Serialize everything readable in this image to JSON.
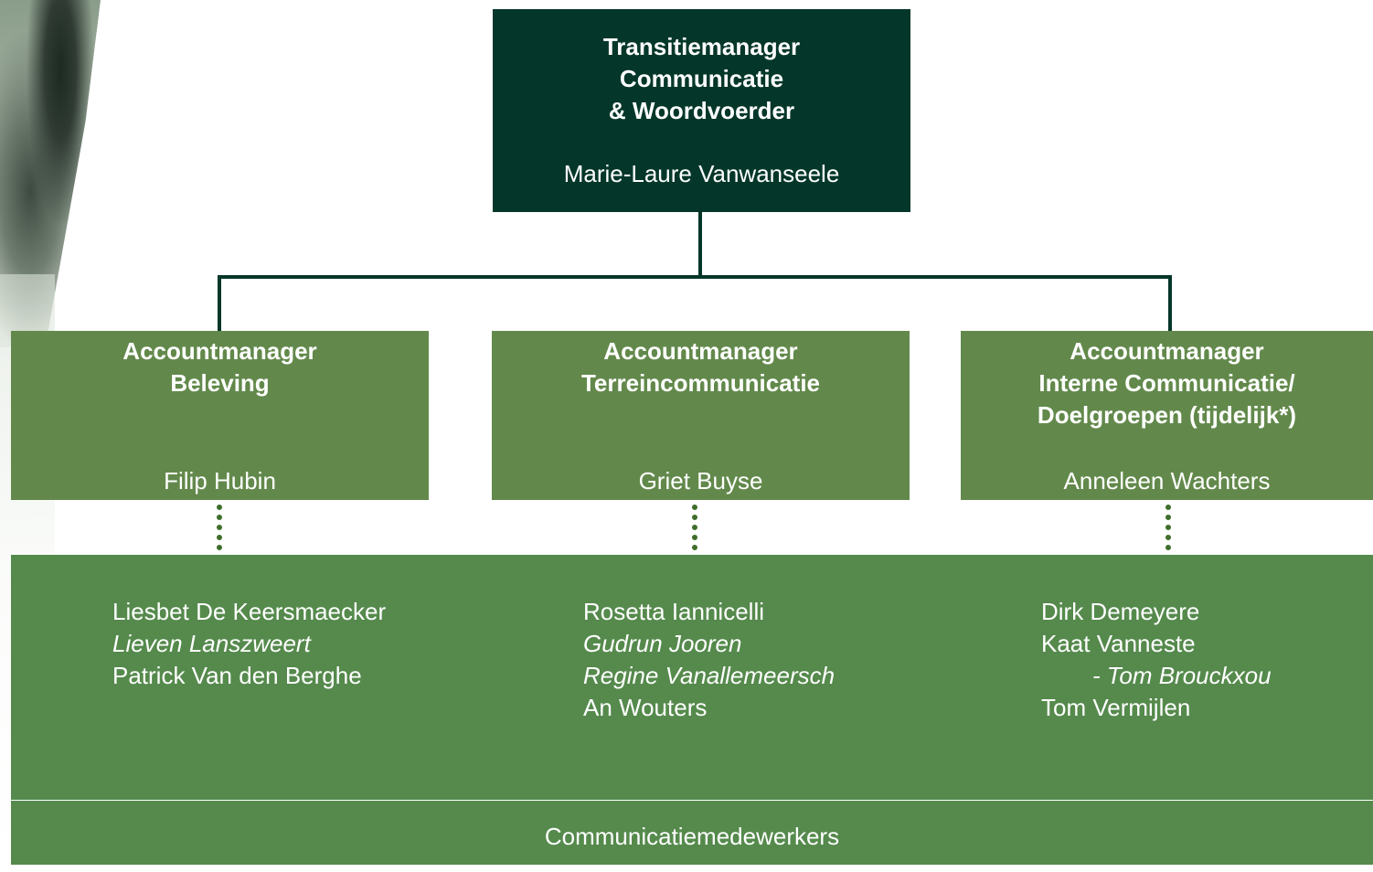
{
  "top": {
    "title": "Transitiemanager\nCommunicatie\n& Woordvoerder",
    "person": "Marie-Laure Vanwanseele"
  },
  "managers": [
    {
      "title": "Accountmanager\nBeleving",
      "person": "Filip Hubin"
    },
    {
      "title": "Accountmanager\nTerreincommunicatie",
      "person": "Griet Buyse"
    },
    {
      "title": "Accountmanager\nInterne Communicatie/\nDoelgroepen (tijdelijk*)",
      "person": "Anneleen Wachters"
    }
  ],
  "teams": [
    {
      "members": [
        "Liesbet De Keersmaecker",
        "Lieven Lanszweert",
        "Patrick Van den Berghe"
      ]
    },
    {
      "members": [
        "Rosetta Iannicelli",
        "Gudrun Jooren",
        "Regine Vanallemeersch",
        "An Wouters"
      ]
    },
    {
      "members": [
        "Dirk Demeyere",
        "Kaat Vanneste",
        "- Tom Brouckxou",
        "Tom Vermijlen"
      ]
    }
  ],
  "footer": "Communicatiemedewerkers",
  "colors": {
    "top_box": "#04372a",
    "manager_box": "#62894b",
    "team_area": "#558a4c"
  }
}
